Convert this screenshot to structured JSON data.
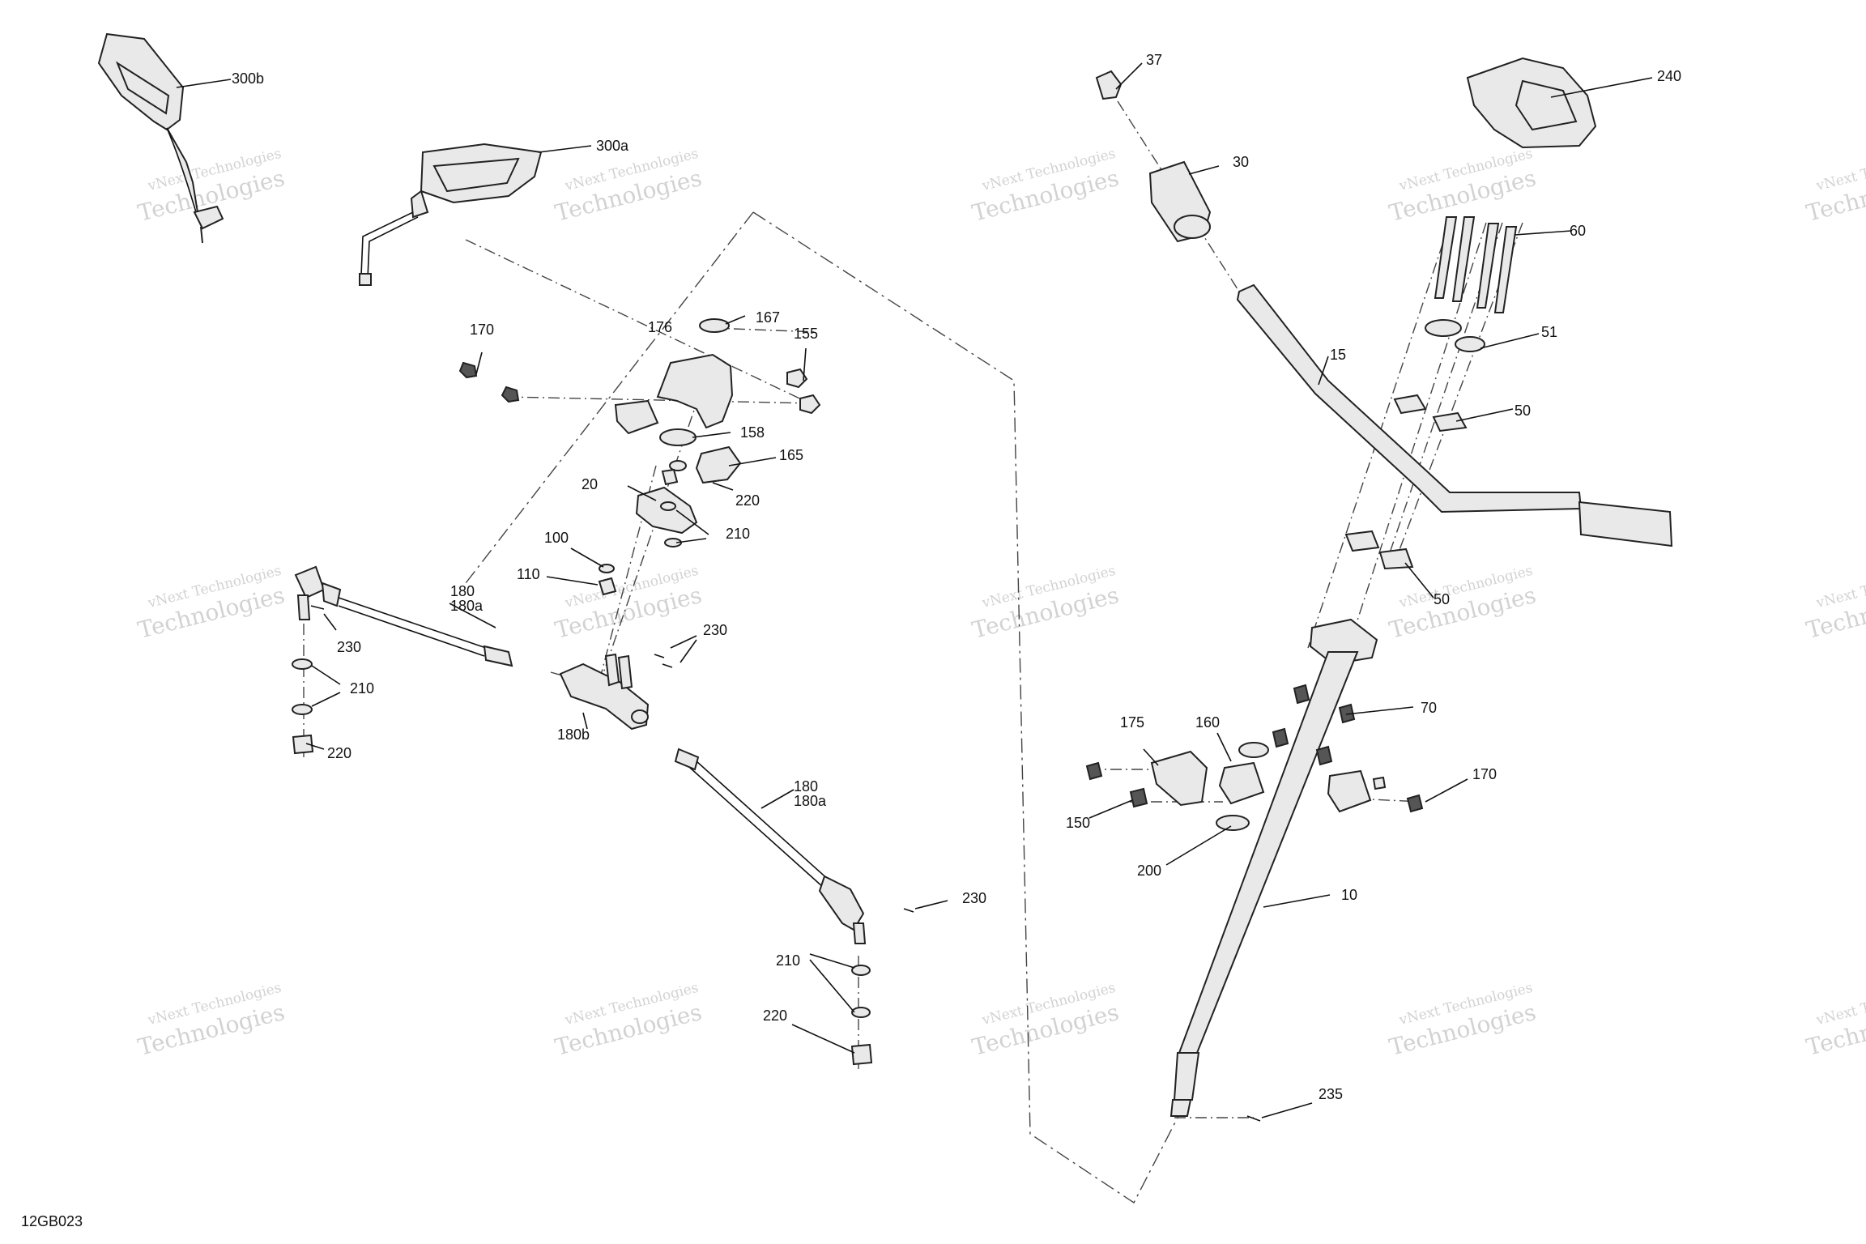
{
  "diagram": {
    "reference_code": "12GB023",
    "watermark": {
      "line1": "vNext Technologies",
      "line2": "Technologies"
    },
    "callouts": [
      "300b",
      "300a",
      "170",
      "176",
      "167",
      "155",
      "158",
      "165",
      "220",
      "20",
      "210",
      "100",
      "110",
      "180",
      "180a",
      "230",
      "230",
      "210",
      "220",
      "180b",
      "180",
      "180a",
      "230",
      "210",
      "220",
      "37",
      "30",
      "240",
      "60",
      "15",
      "51",
      "50",
      "50",
      "70",
      "175",
      "160",
      "170",
      "150",
      "200",
      "10",
      "235"
    ]
  }
}
